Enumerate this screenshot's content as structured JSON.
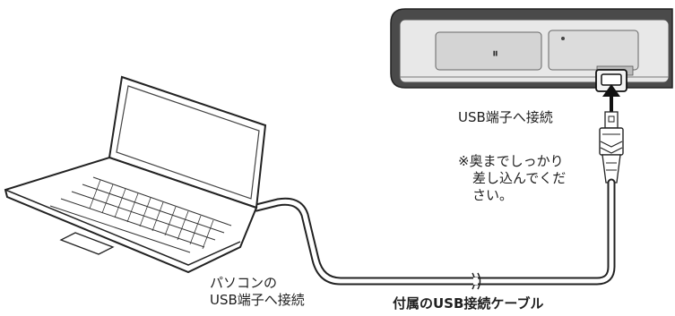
{
  "labels": {
    "usb_port": "USB端子へ接続",
    "note_line1": "※奥までしっかり",
    "note_line2": "差し込んでくだ",
    "note_line3": "さい。",
    "pc_port_line1": "パソコンの",
    "pc_port_line2": "USB端子へ接続",
    "cable": "付属のUSB接続ケーブル"
  },
  "colors": {
    "device_body": "#444444",
    "device_panel": "#e6e6e6",
    "line": "#222222",
    "cable_fill": "#ffffff"
  },
  "icons": {
    "device": "external-drive-icon",
    "laptop": "laptop-icon",
    "usb_connector": "usb-plug-icon"
  }
}
